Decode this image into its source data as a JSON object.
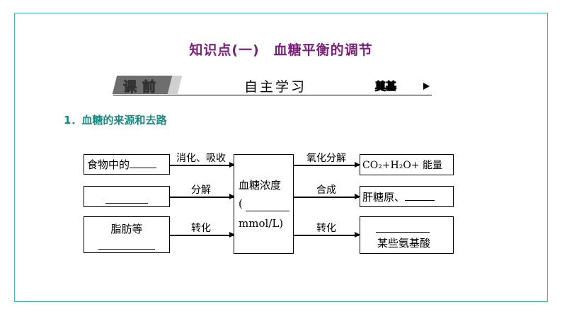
{
  "title": "知识点(一)　血糖平衡的调节",
  "banner": {
    "tag": "课前",
    "middle": "自主学习",
    "right": "奠基",
    "arrow_icon": "play-triangle-icon"
  },
  "section": "1．血糖的来源和去路",
  "diagram": {
    "sources": [
      "食物中的",
      "",
      "脂肪等"
    ],
    "source_labels": [
      "消化、吸收",
      "分解",
      "转化"
    ],
    "center": {
      "line1": "血糖浓度",
      "line2": "(",
      "line3": "mmol/L)"
    },
    "sink_labels": [
      "氧化分解",
      "合成",
      "转化"
    ],
    "sinks": [
      "CO₂+H₂O+ 能量",
      "肝糖原、",
      "某些氨基酸"
    ]
  },
  "colors": {
    "title": "#7b1f7a",
    "section": "#1a8a80",
    "frame": "#3fb8c0"
  }
}
